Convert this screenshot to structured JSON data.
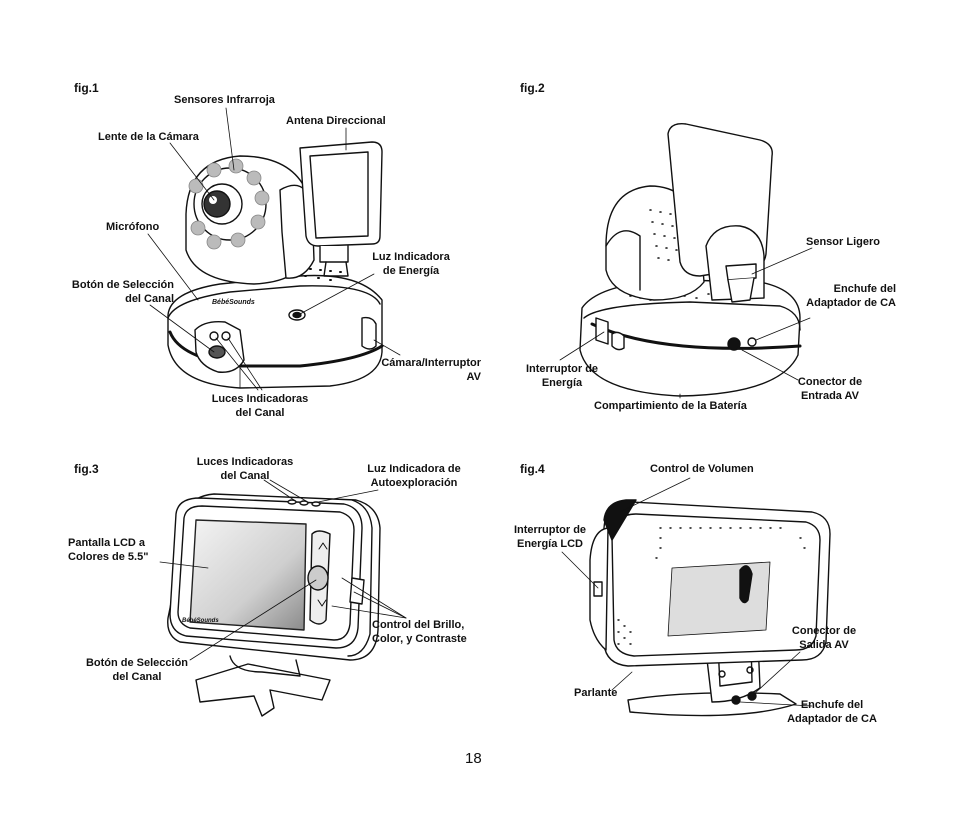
{
  "page_number": "18",
  "fig1": {
    "title": "fig.1",
    "labels": {
      "infrared": "Sensores Infrarroja",
      "lens": "Lente de la Cámara",
      "antenna": "Antena Direccional",
      "microphone": "Micrófono",
      "power_led_1": "Luz Indicadora",
      "power_led_2": "de Energía",
      "channel_btn_1": "Botón de Selección",
      "channel_btn_2": "del Canal",
      "cam_switch_1": "Cámara/Interruptor",
      "cam_switch_2": "AV",
      "channel_leds_1": "Luces Indicadoras",
      "channel_leds_2": "del Canal"
    },
    "brand": "BébéSounds"
  },
  "fig2": {
    "title": "fig.2",
    "labels": {
      "light_sensor": "Sensor Ligero",
      "ac_jack_1": "Enchufe del",
      "ac_jack_2": "Adaptador de CA",
      "power_switch_1": "Interruptor de",
      "power_switch_2": "Energía",
      "av_in_1": "Conector de",
      "av_in_2": "Entrada AV",
      "battery": "Compartimiento de la Batería"
    }
  },
  "fig3": {
    "title": "fig.3",
    "labels": {
      "channel_leds_1": "Luces Indicadoras",
      "channel_leds_2": "del Canal",
      "scan_led_1": "Luz Indicadora de",
      "scan_led_2": "Autoexploración",
      "lcd_1": "Pantalla LCD a",
      "lcd_2": "Colores de 5.5\"",
      "controls_1": "Control del Brillo,",
      "controls_2": "Color, y Contraste",
      "channel_btn_1": "Botón de Selección",
      "channel_btn_2": "del Canal"
    },
    "brand": "BébéSounds"
  },
  "fig4": {
    "title": "fig.4",
    "labels": {
      "volume": "Control de Volumen",
      "lcd_power_1": "Interruptor de",
      "lcd_power_2": "Energía LCD",
      "av_out_1": "Conector de",
      "av_out_2": "Salida AV",
      "speaker": "Parlante",
      "ac_jack_1": "Enchufe del",
      "ac_jack_2": "Adaptador de CA"
    }
  }
}
